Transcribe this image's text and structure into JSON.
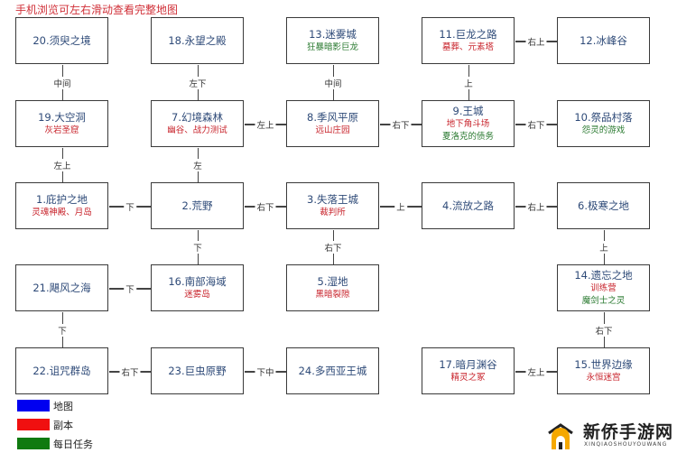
{
  "header": "手机浏览可左右滑动查看完整地图",
  "nodes": [
    {
      "id": 20,
      "title": "20.须臾之境",
      "subs": []
    },
    {
      "id": 18,
      "title": "18.永望之殿",
      "subs": []
    },
    {
      "id": 13,
      "title": "13.迷雾城",
      "subs": [
        {
          "text": "狂暴暗影巨龙",
          "type": "daily"
        }
      ]
    },
    {
      "id": 11,
      "title": "11.巨龙之路",
      "subs": [
        {
          "text": "墓葬、元素塔",
          "type": "dungeon"
        }
      ]
    },
    {
      "id": 12,
      "title": "12.冰峰谷",
      "subs": []
    },
    {
      "id": 19,
      "title": "19.大空洞",
      "subs": [
        {
          "text": "灰岩圣窟",
          "type": "dungeon"
        }
      ]
    },
    {
      "id": 7,
      "title": "7.幻境森林",
      "subs": [
        {
          "text": "幽谷、战力测试",
          "type": "dungeon"
        }
      ]
    },
    {
      "id": 8,
      "title": "8.季风平原",
      "subs": [
        {
          "text": "远山庄园",
          "type": "dungeon"
        }
      ]
    },
    {
      "id": 9,
      "title": "9.王城",
      "subs": [
        {
          "text": "地下角斗场",
          "type": "dungeon"
        },
        {
          "text": "夏洛克的债务",
          "type": "daily"
        }
      ]
    },
    {
      "id": 10,
      "title": "10.祭品村落",
      "subs": [
        {
          "text": "怨灵的游戏",
          "type": "daily"
        }
      ]
    },
    {
      "id": 1,
      "title": "1.庇护之地",
      "subs": [
        {
          "text": "灵魂神殿、月岛",
          "type": "dungeon"
        }
      ]
    },
    {
      "id": 2,
      "title": "2.荒野",
      "subs": []
    },
    {
      "id": 3,
      "title": "3.失落王城",
      "subs": [
        {
          "text": "裁判所",
          "type": "dungeon"
        }
      ]
    },
    {
      "id": 4,
      "title": "4.流放之路",
      "subs": []
    },
    {
      "id": 6,
      "title": "6.极寒之地",
      "subs": []
    },
    {
      "id": 21,
      "title": "21.飓风之海",
      "subs": []
    },
    {
      "id": 16,
      "title": "16.南部海域",
      "subs": [
        {
          "text": "迷雾岛",
          "type": "dungeon"
        }
      ]
    },
    {
      "id": 5,
      "title": "5.湿地",
      "subs": [
        {
          "text": "黑暗裂隙",
          "type": "dungeon"
        }
      ]
    },
    {
      "id": 14,
      "title": "14.遗忘之地",
      "subs": [
        {
          "text": "训练营",
          "type": "dungeon"
        },
        {
          "text": "魔剑士之灵",
          "type": "daily"
        }
      ]
    },
    {
      "id": 22,
      "title": "22.诅咒群岛",
      "subs": []
    },
    {
      "id": 23,
      "title": "23.巨虫原野",
      "subs": []
    },
    {
      "id": 24,
      "title": "24.多西亚王城",
      "subs": []
    },
    {
      "id": 17,
      "title": "17.暗月渊谷",
      "subs": [
        {
          "text": "精灵之冢",
          "type": "dungeon"
        }
      ]
    },
    {
      "id": 15,
      "title": "15.世界边缘",
      "subs": [
        {
          "text": "永恒迷宫",
          "type": "dungeon"
        }
      ]
    }
  ],
  "edges": [
    {
      "from": 20,
      "to": 19,
      "label": "中间"
    },
    {
      "from": 19,
      "to": 1,
      "label": "左上"
    },
    {
      "from": 18,
      "to": 7,
      "label": "左下"
    },
    {
      "from": 7,
      "to": 2,
      "label": "左"
    },
    {
      "from": 13,
      "to": 8,
      "label": "中间"
    },
    {
      "from": 11,
      "to": 9,
      "label": "上"
    },
    {
      "from": 11,
      "to": 12,
      "label": "右上"
    },
    {
      "from": 7,
      "to": 8,
      "label": "左上"
    },
    {
      "from": 8,
      "to": 9,
      "label": "右下"
    },
    {
      "from": 9,
      "to": 10,
      "label": "右下"
    },
    {
      "from": 1,
      "to": 2,
      "label": "下"
    },
    {
      "from": 2,
      "to": 3,
      "label": "右下"
    },
    {
      "from": 3,
      "to": 4,
      "label": "上"
    },
    {
      "from": 4,
      "to": 6,
      "label": "右上"
    },
    {
      "from": 2,
      "to": 16,
      "label": "下"
    },
    {
      "from": 3,
      "to": 5,
      "label": "右下"
    },
    {
      "from": 6,
      "to": 14,
      "label": "上"
    },
    {
      "from": 21,
      "to": 16,
      "label": "下"
    },
    {
      "from": 21,
      "to": 22,
      "label": "下"
    },
    {
      "from": 14,
      "to": 15,
      "label": "右下"
    },
    {
      "from": 22,
      "to": 23,
      "label": "右下"
    },
    {
      "from": 23,
      "to": 24,
      "label": "下中"
    },
    {
      "from": 17,
      "to": 15,
      "label": "左上"
    }
  ],
  "legend": [
    {
      "label": "地图",
      "color": "#0000f0"
    },
    {
      "label": "副本",
      "color": "#f01010"
    },
    {
      "label": "每日任务",
      "color": "#107a10"
    }
  ],
  "colors": {
    "map": "#2e4a78",
    "dungeon": "#c8242c",
    "daily": "#2a7a30"
  },
  "watermark": {
    "name": "新侨手游网",
    "pinyin": "XINQIAOSHOUYOUWANG"
  }
}
